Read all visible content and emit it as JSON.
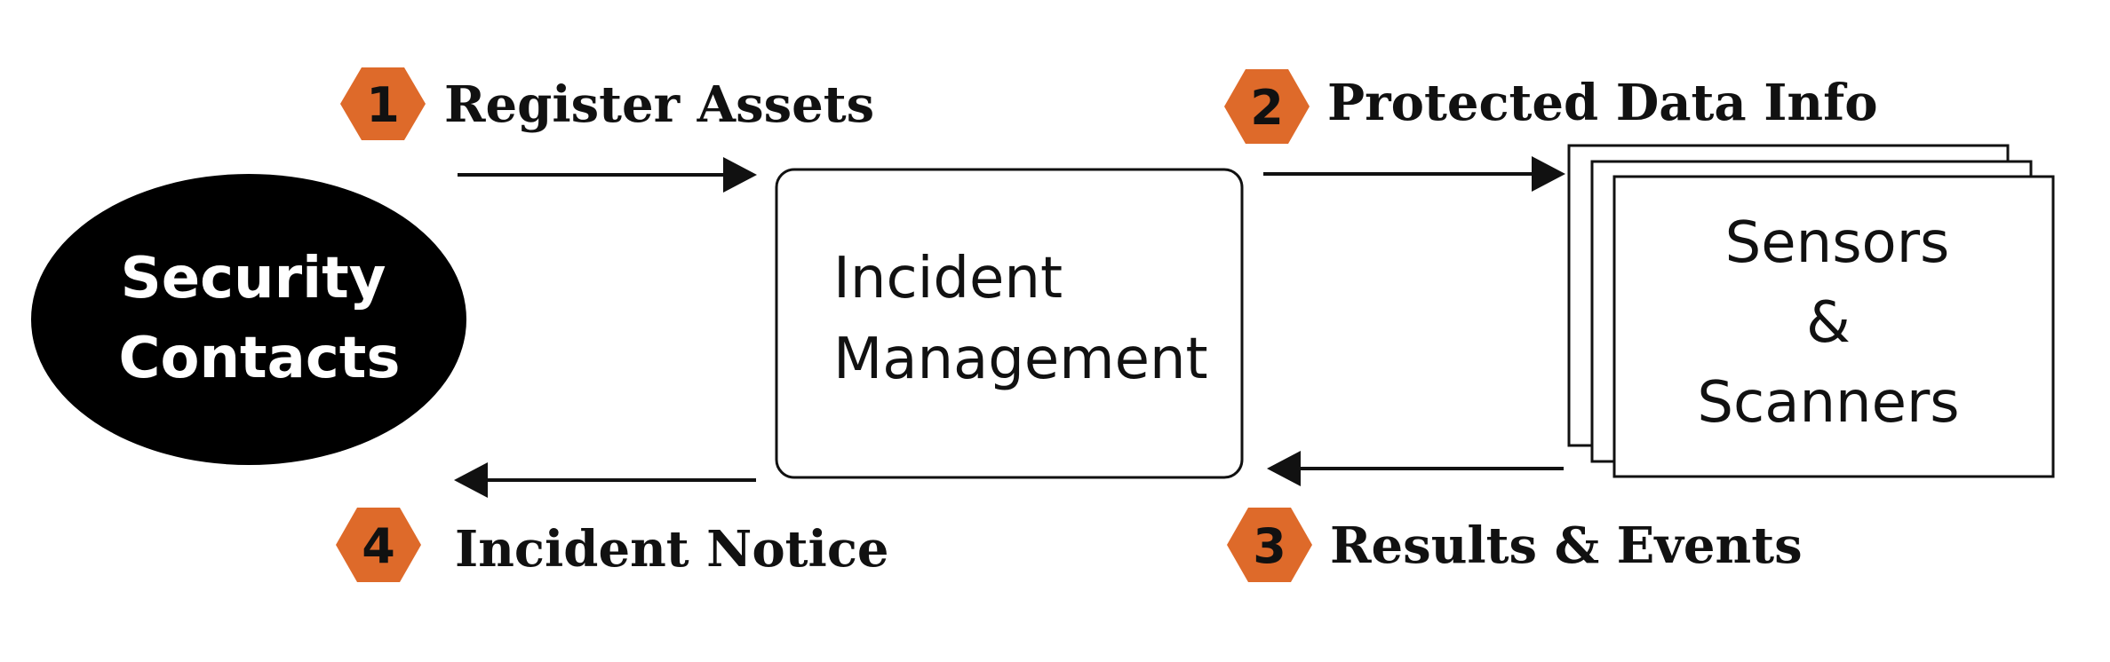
{
  "colors": {
    "accent": "#de6a2a",
    "ink": "#111111",
    "ellipse_fill": "#000000",
    "ellipse_text": "#ffffff",
    "box_fill": "#ffffff"
  },
  "nodes": {
    "security_contacts": {
      "line1": "Security",
      "line2": "Contacts"
    },
    "incident_management": {
      "line1": "Incident",
      "line2": "Management"
    },
    "sensors_scanners": {
      "line1": "Sensors",
      "line2": "&",
      "line3": "Scanners"
    }
  },
  "steps": [
    {
      "number": "1",
      "label": "Register Assets"
    },
    {
      "number": "2",
      "label": "Protected Data Info"
    },
    {
      "number": "3",
      "label": "Results & Events"
    },
    {
      "number": "4",
      "label": "Incident Notice"
    }
  ]
}
